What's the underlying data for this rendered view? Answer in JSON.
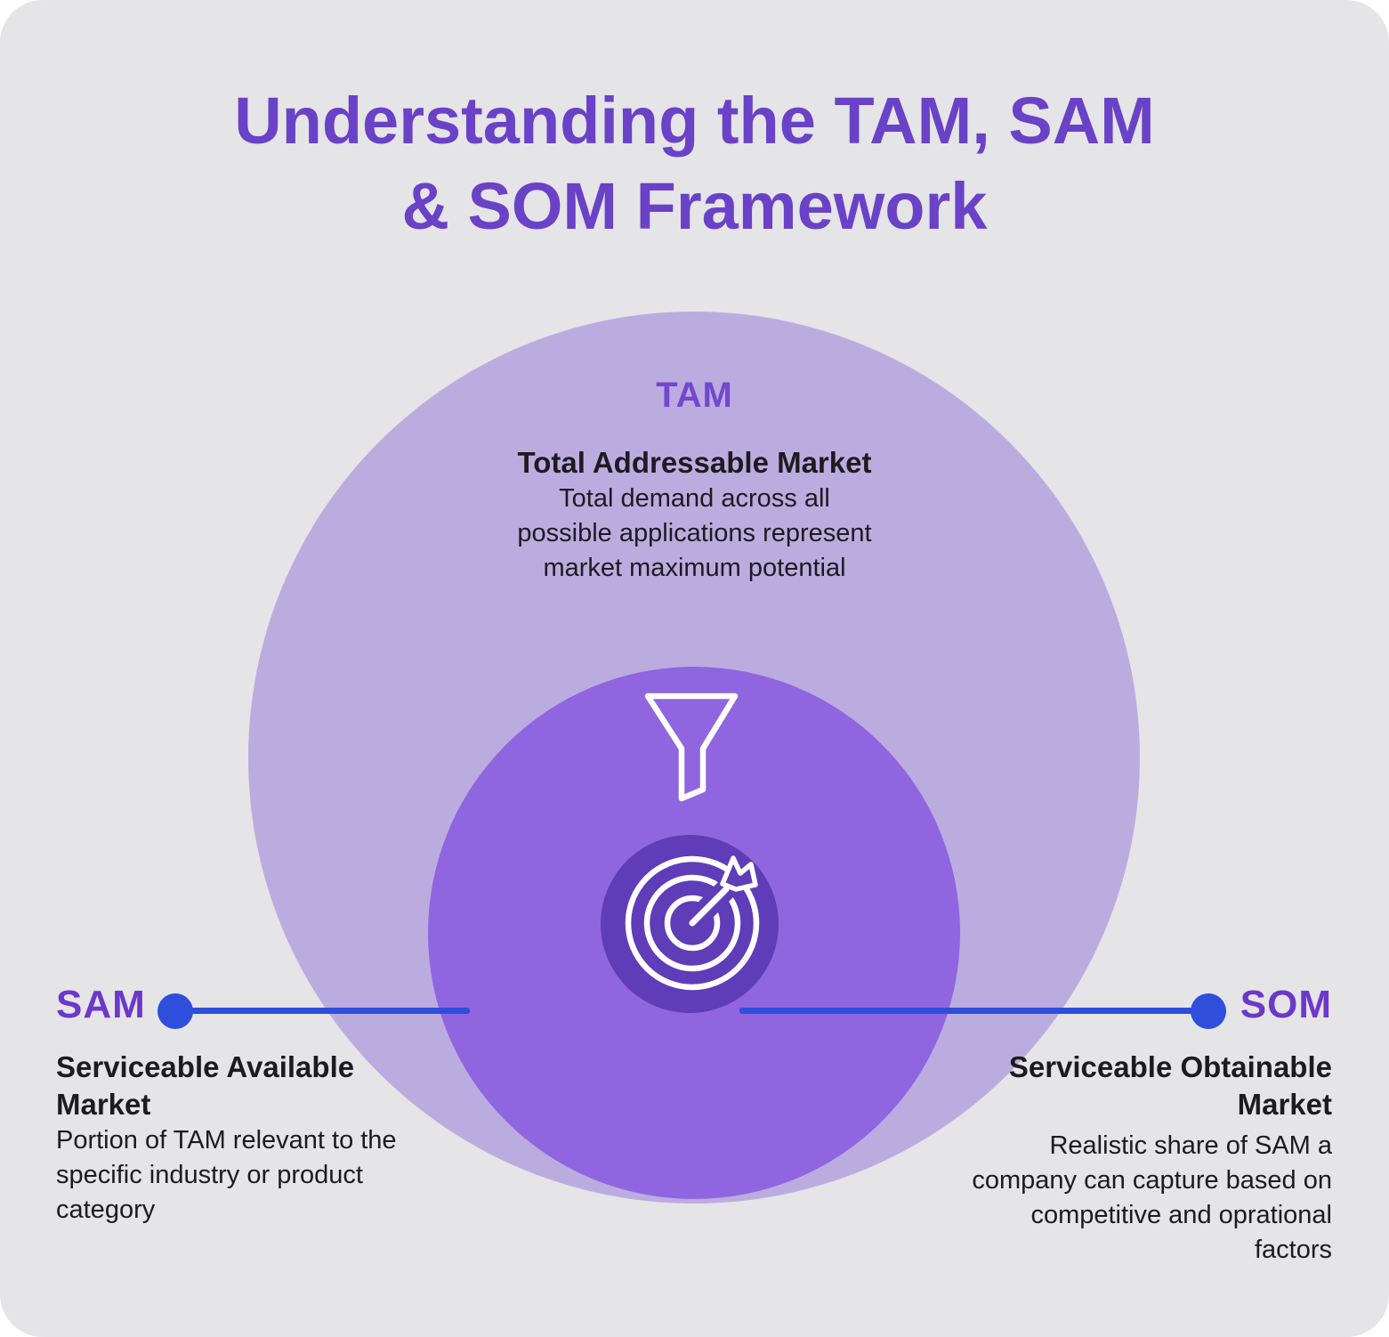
{
  "infographic": {
    "title": {
      "line1": "Understanding the TAM, SAM",
      "line2": "& SOM Framework"
    },
    "tam": {
      "label": "TAM",
      "heading": "Total Addressable Market",
      "desc_lines": [
        "Total demand across all",
        "possible applications represent",
        "market maximum potential"
      ]
    },
    "sam": {
      "label": "SAM",
      "heading_lines": [
        "Serviceable Available",
        "Market"
      ],
      "desc_lines": [
        "Portion of TAM relevant to the",
        "specific industry or product",
        "category"
      ]
    },
    "som": {
      "label": "SOM",
      "heading_lines": [
        "Serviceable Obtainable",
        "Market"
      ],
      "desc_lines": [
        "Realistic share of SAM a",
        "company can capture based on",
        "competitive and oprational",
        "factors"
      ]
    },
    "icons": {
      "funnel": "funnel-icon",
      "target": "target-with-arrow-icon"
    },
    "colors": {
      "page_bg": "#FFFFFF",
      "card_bg": "#E5E4E7",
      "tam_circle": "#BBACE0",
      "sam_circle": "#9065E0",
      "som_circle": "#5F3CB8",
      "title_text": "#6942C7",
      "tam_label_text": "#7347CE",
      "side_label_text": "#6C38CA",
      "body_text": "#1C1B20",
      "connector_blue": "#2E4EDB",
      "icon_stroke": "#FFFFFF"
    }
  }
}
